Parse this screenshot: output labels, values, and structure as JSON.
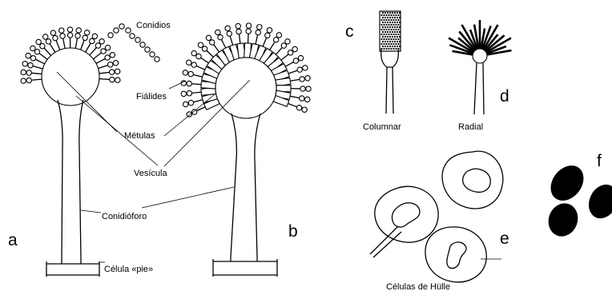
{
  "labels": {
    "conidios": "Conidios",
    "fialides": "Fiálides",
    "metulas": "Métulas",
    "vesicula": "Vesícula",
    "conidioforo": "Conidióforo",
    "celula_pie": "Célula «pie»",
    "columnar": "Columnar",
    "radial": "Radial",
    "celulas_hulle": "Células de Hülle"
  },
  "panel_letters": {
    "a": "a",
    "b": "b",
    "c": "c",
    "d": "d",
    "e": "e",
    "f": "f"
  },
  "colors": {
    "ink": "#000000",
    "background": "#ffffff"
  }
}
